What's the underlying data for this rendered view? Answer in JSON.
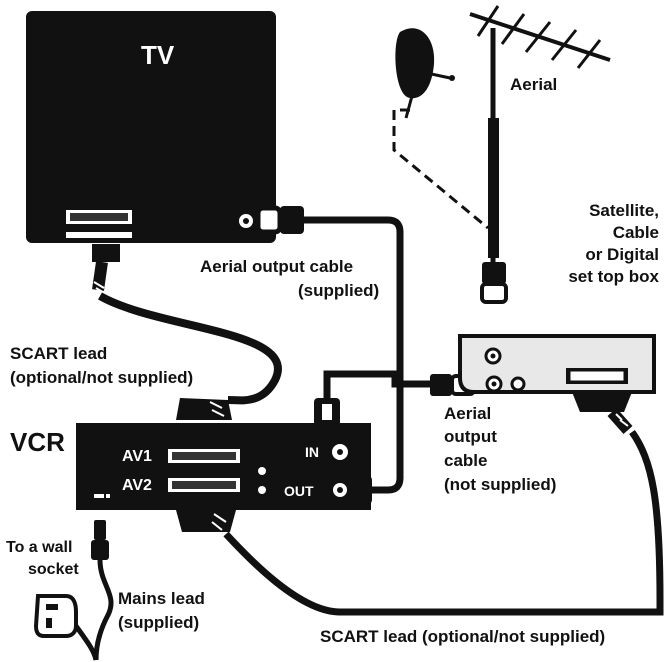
{
  "labels": {
    "tv": "TV",
    "aerial": "Aerial",
    "box_line1": "Satellite,",
    "box_line2": "Cable",
    "box_line3": "or Digital",
    "box_line4": "set top box",
    "aerial_cable_supplied_line1": "Aerial output cable",
    "aerial_cable_supplied_line2": "(supplied)",
    "scart_lead_top_line1": "SCART lead",
    "scart_lead_top_line2": "(optional/not supplied)",
    "vcr": "VCR",
    "av1": "AV1",
    "av2": "AV2",
    "in": "IN",
    "out": "OUT",
    "aerial_cable_ns_line1": "Aerial",
    "aerial_cable_ns_line2": "output",
    "aerial_cable_ns_line3": "cable",
    "aerial_cable_ns_line4": "(not supplied)",
    "wall_socket_line1": "To a wall",
    "wall_socket_line2": "socket",
    "mains_lead_line1": "Mains lead",
    "mains_lead_line2": "(supplied)",
    "scart_lead_bottom": "SCART lead (optional/not supplied)"
  },
  "colors": {
    "device": "#111111",
    "box_fill": "#e8e8e8",
    "background": "#ffffff"
  }
}
